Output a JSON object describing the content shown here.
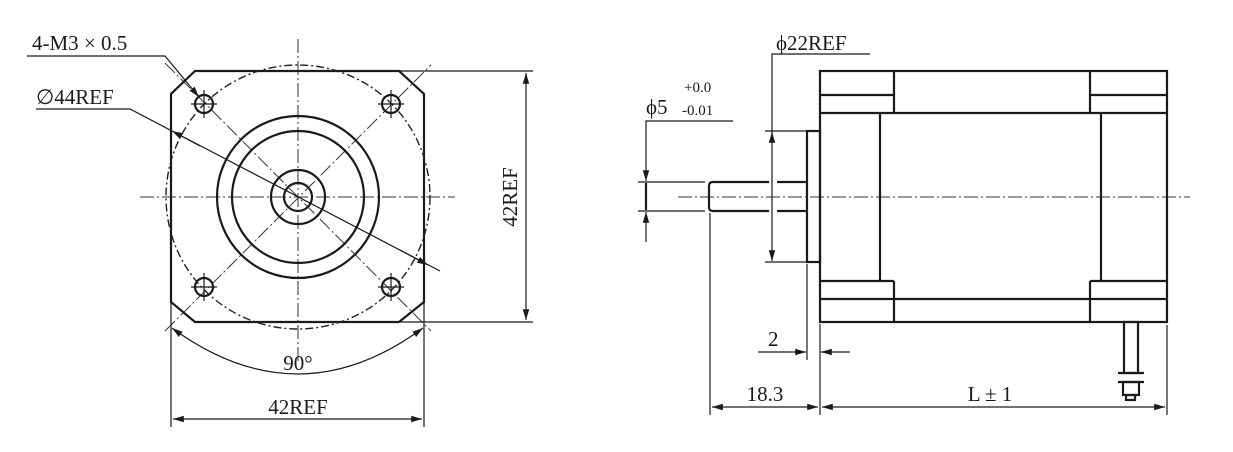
{
  "front_view": {
    "thread_label": "4-M3 × 0.5",
    "circle_label": "∅44REF",
    "height_label": "42REF",
    "width_label": "42REF",
    "angle_label": "90°"
  },
  "side_view": {
    "pilot_label": "ϕ22REF",
    "shaft_label": "ϕ5",
    "shaft_tol_upper": "+0.0",
    "shaft_tol_lower": "-0.01",
    "flange_label": "2",
    "shaft_length_label": "18.3",
    "body_length_label": "L ± 1"
  },
  "colors": {
    "line": "#1a1a1a",
    "background": "#ffffff"
  }
}
